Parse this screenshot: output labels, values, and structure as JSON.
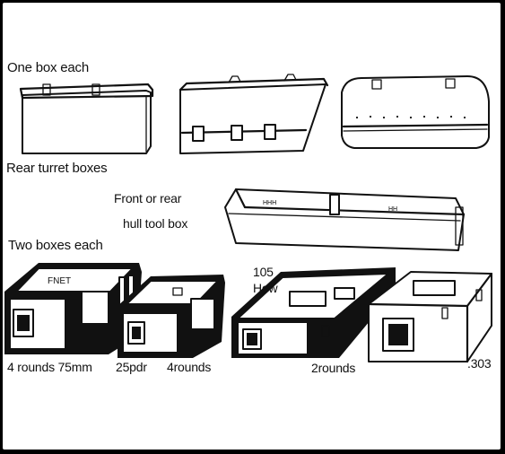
{
  "labels": {
    "one_box_each": "One box each",
    "rear_turret_boxes": "Rear turret boxes",
    "front_rear_line1": "Front or rear",
    "front_rear_line2": "hull tool box",
    "two_boxes_each": "Two boxes each",
    "how_105_line1": "105",
    "how_105_line2": "How",
    "rounds_75mm": "4 rounds 75mm",
    "pdr_25": "25pdr",
    "rounds_4": "4rounds",
    "rounds_2": "2rounds",
    "cal_303": ".303"
  }
}
